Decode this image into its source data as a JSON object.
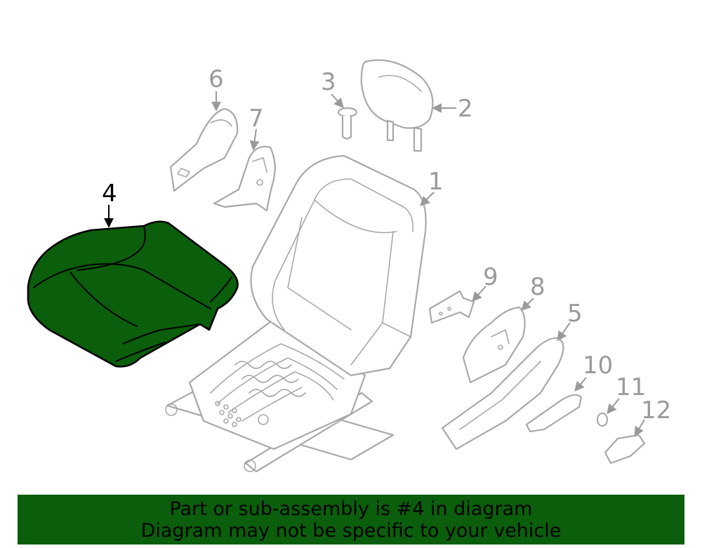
{
  "colors": {
    "highlight": "#0b5e0b",
    "outline": "#a8a8a8",
    "banner": "#0b5e0b"
  },
  "callouts": {
    "c1": "1",
    "c2": "2",
    "c3": "3",
    "c4": "4",
    "c5": "5",
    "c6": "6",
    "c7": "7",
    "c8": "8",
    "c9": "9",
    "c10": "10",
    "c11": "11",
    "c12": "12"
  },
  "highlighted_part": "4",
  "banner": {
    "line1": "Part or sub-assembly is #4 in diagram",
    "line2": "Diagram may not be specific to your vehicle"
  }
}
